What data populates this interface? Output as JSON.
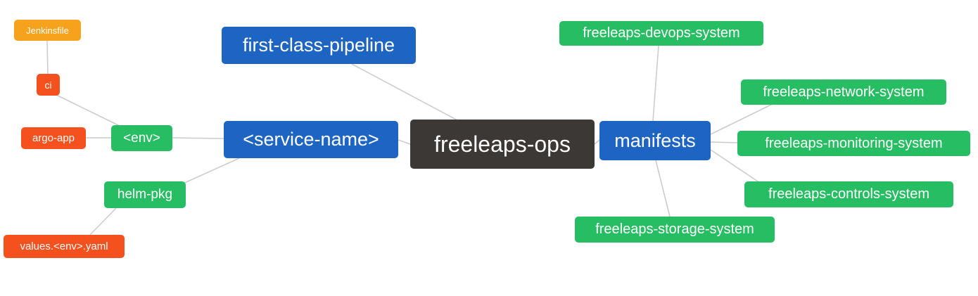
{
  "diagram": {
    "type": "mindmap",
    "root": "freeleaps-ops"
  },
  "colors": {
    "center_node": "#3b3835",
    "branch_blue": "#1e64c2",
    "leaf_green": "#27bd62",
    "leaf_red": "#f4511e",
    "leaf_amber": "#f6a21d",
    "edge": "#cccccc",
    "node_text": "#ffffff",
    "background": "#ffffff"
  },
  "nodes": [
    {
      "label": "freeleaps-ops",
      "color": "center_node"
    },
    {
      "label": "first-class-pipeline",
      "color": "branch_blue"
    },
    {
      "label": "<service-name>",
      "color": "branch_blue"
    },
    {
      "label": "manifests",
      "color": "branch_blue"
    },
    {
      "label": "<env>",
      "color": "leaf_green"
    },
    {
      "label": "helm-pkg",
      "color": "leaf_green"
    },
    {
      "label": "ci",
      "color": "leaf_red"
    },
    {
      "label": "argo-app",
      "color": "leaf_red"
    },
    {
      "label": "Jenkinsfile",
      "color": "leaf_amber"
    },
    {
      "label": "values.<env>.yaml",
      "color": "leaf_red"
    },
    {
      "label": "freeleaps-devops-system",
      "color": "leaf_green"
    },
    {
      "label": "freeleaps-network-system",
      "color": "leaf_green"
    },
    {
      "label": "freeleaps-monitoring-system",
      "color": "leaf_green"
    },
    {
      "label": "freeleaps-controls-system",
      "color": "leaf_green"
    },
    {
      "label": "freeleaps-storage-system",
      "color": "leaf_green"
    }
  ],
  "edges": [
    {
      "from": "freeleaps-ops",
      "to": "first-class-pipeline"
    },
    {
      "from": "freeleaps-ops",
      "to": "<service-name>"
    },
    {
      "from": "freeleaps-ops",
      "to": "manifests"
    },
    {
      "from": "<service-name>",
      "to": "<env>"
    },
    {
      "from": "<service-name>",
      "to": "helm-pkg"
    },
    {
      "from": "<env>",
      "to": "ci"
    },
    {
      "from": "<env>",
      "to": "argo-app"
    },
    {
      "from": "ci",
      "to": "Jenkinsfile"
    },
    {
      "from": "helm-pkg",
      "to": "values.<env>.yaml"
    },
    {
      "from": "manifests",
      "to": "freeleaps-devops-system"
    },
    {
      "from": "manifests",
      "to": "freeleaps-network-system"
    },
    {
      "from": "manifests",
      "to": "freeleaps-monitoring-system"
    },
    {
      "from": "manifests",
      "to": "freeleaps-controls-system"
    },
    {
      "from": "manifests",
      "to": "freeleaps-storage-system"
    }
  ]
}
